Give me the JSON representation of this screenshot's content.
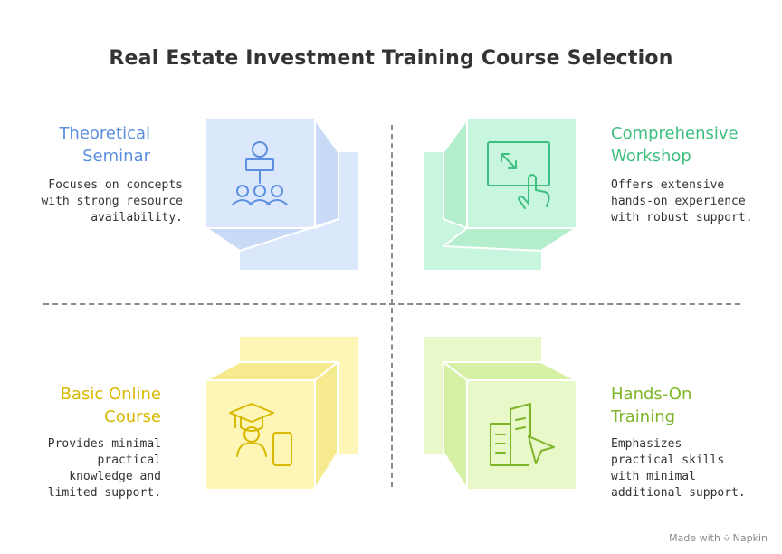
{
  "title": "Real Estate Investment Training Course Selection",
  "colors": {
    "blue_heading": "#5b8fe0",
    "green_heading": "#3fbf7f",
    "yellow_heading": "#d9b800",
    "lime_heading": "#7fb52a",
    "blue_fill": "#dbe7fb",
    "green_fill": "#c8f5de",
    "yellow_fill": "#fdf6b6",
    "lime_fill": "#e8f8c8"
  },
  "quadrants": {
    "top_left": {
      "heading_lines": [
        "Theoretical",
        "Seminar"
      ],
      "desc_lines": [
        "Focuses on concepts",
        "with strong resource",
        "availability."
      ],
      "icon": "presentation-icon"
    },
    "top_right": {
      "heading_lines": [
        "Comprehensive",
        "Workshop"
      ],
      "desc_lines": [
        "Offers extensive",
        "hands-on experience",
        "with robust support."
      ],
      "icon": "touch-screen-icon"
    },
    "bottom_left": {
      "heading_lines": [
        "Basic Online",
        "Course"
      ],
      "desc_lines": [
        "Provides minimal",
        "practical",
        "knowledge and",
        "limited support."
      ],
      "icon": "graduate-phone-icon"
    },
    "bottom_right": {
      "heading_lines": [
        "Hands-On",
        "Training"
      ],
      "desc_lines": [
        "Emphasizes",
        "practical skills",
        "with minimal",
        "additional support."
      ],
      "icon": "buildings-cursor-icon"
    }
  },
  "footer": {
    "made_with": "Made with",
    "brand": "Napkin"
  }
}
